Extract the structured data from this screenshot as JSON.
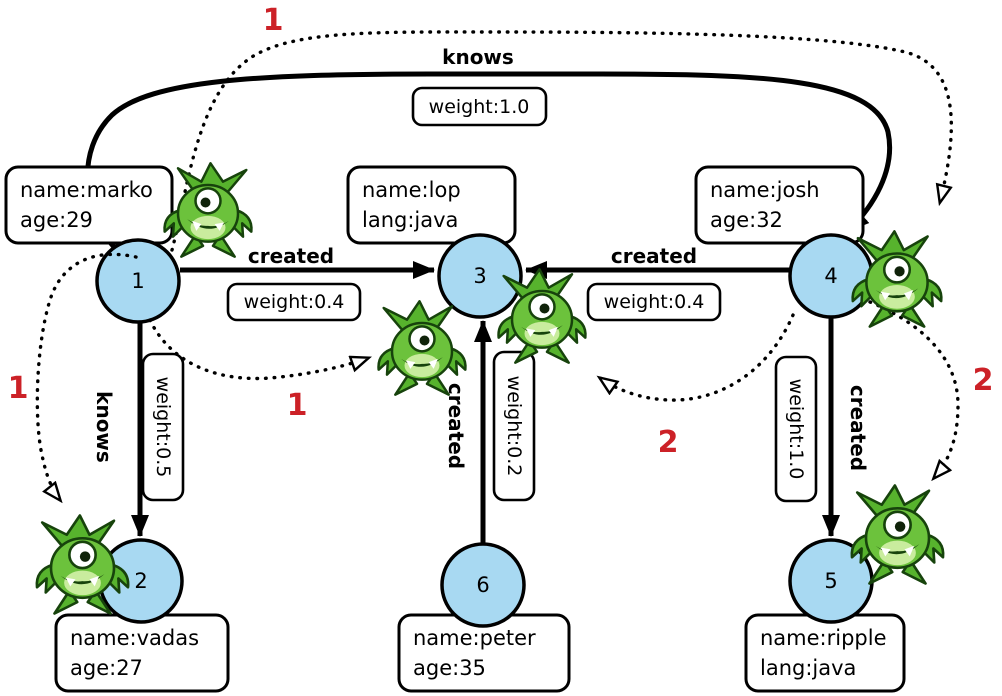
{
  "diagram": {
    "vertices": [
      {
        "id": "1",
        "props": [
          "name:marko",
          "age:29"
        ]
      },
      {
        "id": "2",
        "props": [
          "name:vadas",
          "age:27"
        ]
      },
      {
        "id": "3",
        "props": [
          "name:lop",
          "lang:java"
        ]
      },
      {
        "id": "4",
        "props": [
          "name:josh",
          "age:32"
        ]
      },
      {
        "id": "5",
        "props": [
          "name:ripple",
          "lang:java"
        ]
      },
      {
        "id": "6",
        "props": [
          "name:peter",
          "age:35"
        ]
      }
    ],
    "edges": [
      {
        "from": "1",
        "to": "4",
        "label": "knows",
        "weight": "weight:1.0"
      },
      {
        "from": "1",
        "to": "3",
        "label": "created",
        "weight": "weight:0.4"
      },
      {
        "from": "4",
        "to": "3",
        "label": "created",
        "weight": "weight:0.4"
      },
      {
        "from": "1",
        "to": "2",
        "label": "knows",
        "weight": "weight:0.5"
      },
      {
        "from": "6",
        "to": "3",
        "label": "created",
        "weight": "weight:0.2"
      },
      {
        "from": "4",
        "to": "5",
        "label": "created",
        "weight": "weight:1.0"
      }
    ],
    "traversal_steps": [
      "1",
      "1",
      "1",
      "2",
      "2"
    ],
    "colors": {
      "vertex_fill": "#a8d9f2",
      "edge_stroke": "#000000",
      "step_number": "#cc2127",
      "gremlin_green": "#6cc23c",
      "box_fill": "#ffffff"
    }
  }
}
